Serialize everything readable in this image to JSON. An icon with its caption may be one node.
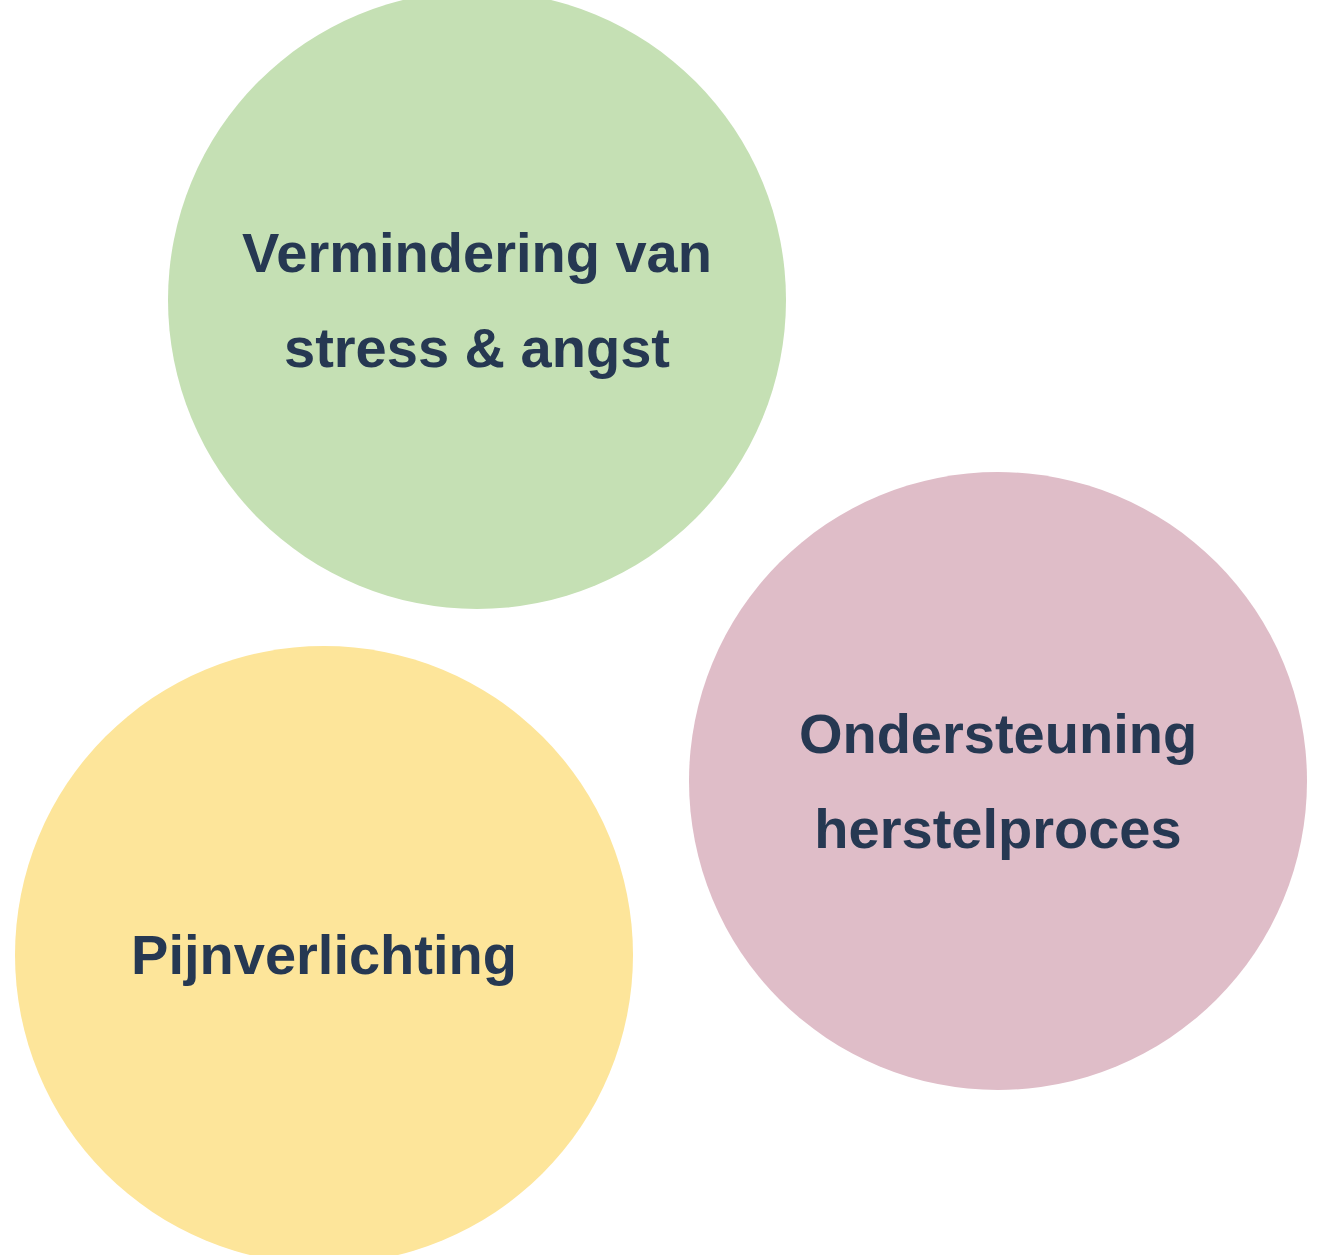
{
  "diagram": {
    "nodes": [
      {
        "text": [
          "Vermindering van stress & angst"
        ]
      },
      {
        "text": [
          "Ondersteuning herstelproces"
        ]
      },
      {
        "text": [
          "Pijnverlichting"
        ]
      }
    ]
  }
}
